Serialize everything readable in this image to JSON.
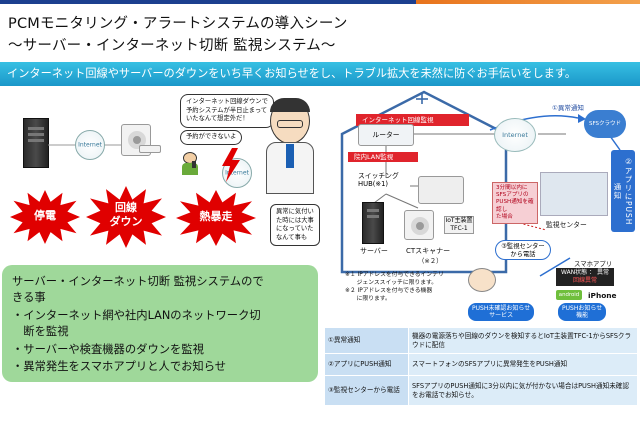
{
  "colors": {
    "header_bar": "#1b97c9",
    "accent_red": "#e00000",
    "green_panel": "#9fd89a",
    "table_key": "#c9dff3",
    "table_value": "#dcecf8",
    "net_bar": "#e0242c",
    "blue": "#1f6fd6"
  },
  "title": {
    "line1": "PCMモニタリング・アラートシステムの導入シーン",
    "line2": "～サーバー・インターネット切断 監視システム～"
  },
  "subtitle": "インターネット回線やサーバーのダウンをいち早くお知らせをし、トラブル拡大を未然に防ぐお手伝いをします。",
  "left": {
    "globe_label": "Internet",
    "bubble_top": [
      "インターネット回線ダウンで",
      "予約システムが半日止まって",
      "いたなんて想定外だ！"
    ],
    "bubble_small": "予約ができないよ",
    "bubble_right": [
      "異常に気付い",
      "た時には大事",
      "になっていた",
      "なんて事も"
    ],
    "bursts": [
      {
        "lines": [
          "停電"
        ]
      },
      {
        "lines": [
          "回線",
          "ダウン"
        ]
      },
      {
        "lines": [
          "熱暴走"
        ]
      }
    ],
    "icons": [
      "server-icon",
      "ct-scanner-icon",
      "person-phone-icon",
      "doctor-icon",
      "lightning-icon"
    ]
  },
  "green_panel": {
    "heading_line1": "サーバー・インターネット切断  監視システムので",
    "heading_line2": "きる事",
    "items": [
      "・インターネット網や社内LANのネットワーク切",
      "　断を監視",
      "・サーバーや検査機器のダウンを監視",
      "・異常発生をスマホアプリと人でお知らせ"
    ]
  },
  "diagram": {
    "internet_line": "インターネット回線監視",
    "router": "ルーター",
    "internet_label": "Internet",
    "lan_label": "院内LAN監視",
    "hub": "スイッチングHUB(※1)",
    "iot_box": [
      "IoT主装置",
      "TFC-1"
    ],
    "server": "サーバー",
    "ct": "CTスキャナー",
    "ct_note": "（※２）",
    "notes": [
      "※１ IPアドレスを付与できるインテリ",
      "　　ジェンススイッチに限ります。",
      "※２ IPアドレスを付与できる機器",
      "　　に限ります。"
    ],
    "alarm_step": "①異常通知",
    "sfs_cloud": "SFSクラウド",
    "push_step": "②アプリにPUSH通知",
    "center": "監視センター",
    "pink_note": [
      "3分間以内に",
      "SFSアプリの",
      "PUSH通知を確",
      "認し",
      "た場合"
    ],
    "call_step": [
      "③監視センター",
      "から電話"
    ],
    "phone_service": [
      "PUSH未確認お知らせ",
      "サービス"
    ],
    "app_label": "スマホアプリ",
    "wan_alert": [
      "WAN状態 ： 異常",
      "回線異常"
    ],
    "android": "android",
    "iphone": "iPhone",
    "push_func": [
      "PUSHお知らせ",
      "機能"
    ]
  },
  "table": [
    {
      "key": "①異常通知",
      "value": "機器の電源落ちや回線のダウンを検知するとIoT主装置TFC-1からSFSクラウドに配信"
    },
    {
      "key": "②アプリにPUSH通知",
      "value": "スマートフォンのSFSアプリに異常発生をPUSH通知"
    },
    {
      "key": "③監視センターから電話",
      "value": "SFSアプリのPUSH通知に3分以内に気が付かない場合はPUSH通知未確認をお電話でお知らせ。"
    }
  ]
}
